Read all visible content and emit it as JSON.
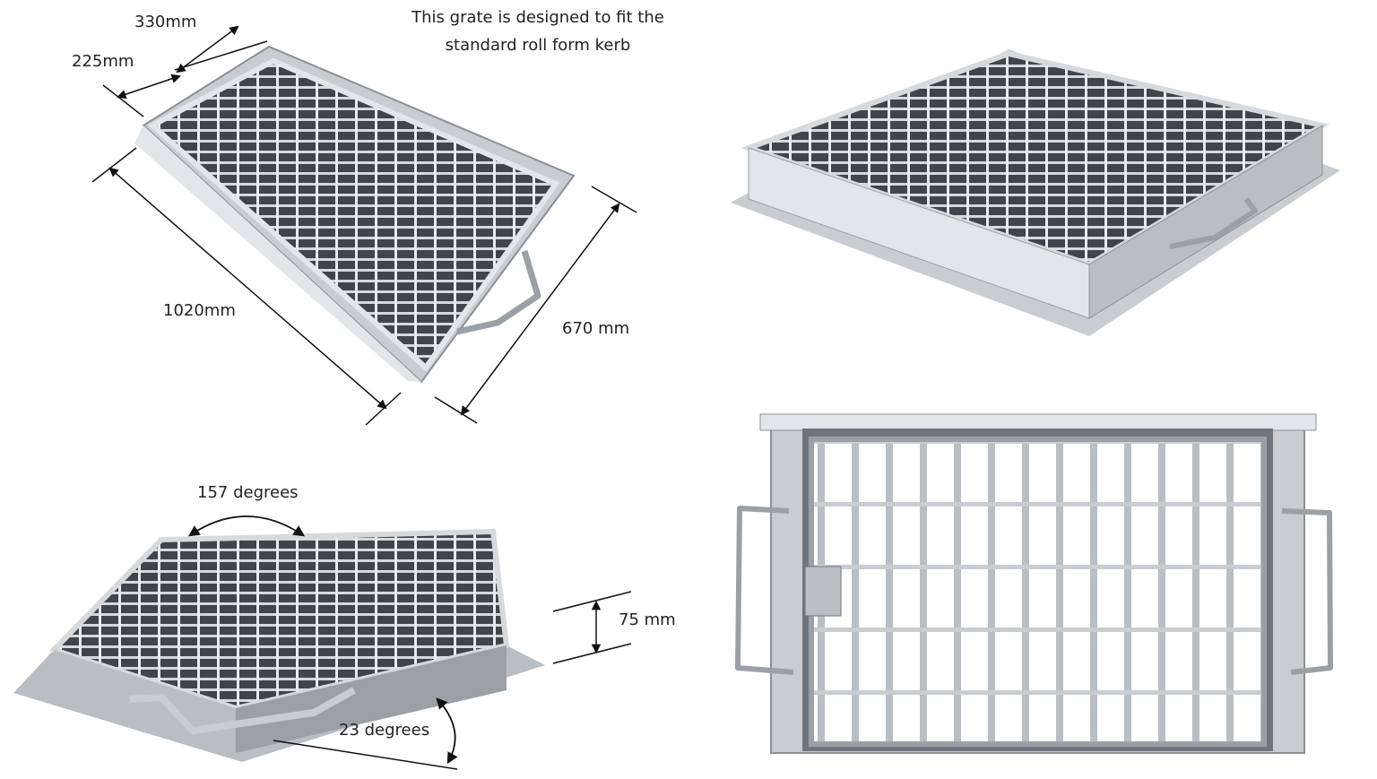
{
  "caption": {
    "line1": "This grate is designed to fit the",
    "line2": "standard roll form kerb"
  },
  "dimensions": {
    "top_width": "330mm",
    "side_depth": "225mm",
    "length": "1020mm",
    "width": "670 mm",
    "height": "75 mm",
    "top_angle": "157 degrees",
    "bottom_angle": "23 degrees"
  },
  "colors": {
    "steel_light": "#e3e6e9",
    "steel_mid": "#b9bec4",
    "steel_dark": "#6f757c",
    "grate_bar": "#d6dadd",
    "grate_shadow": "#3f454b",
    "line": "#111111"
  }
}
